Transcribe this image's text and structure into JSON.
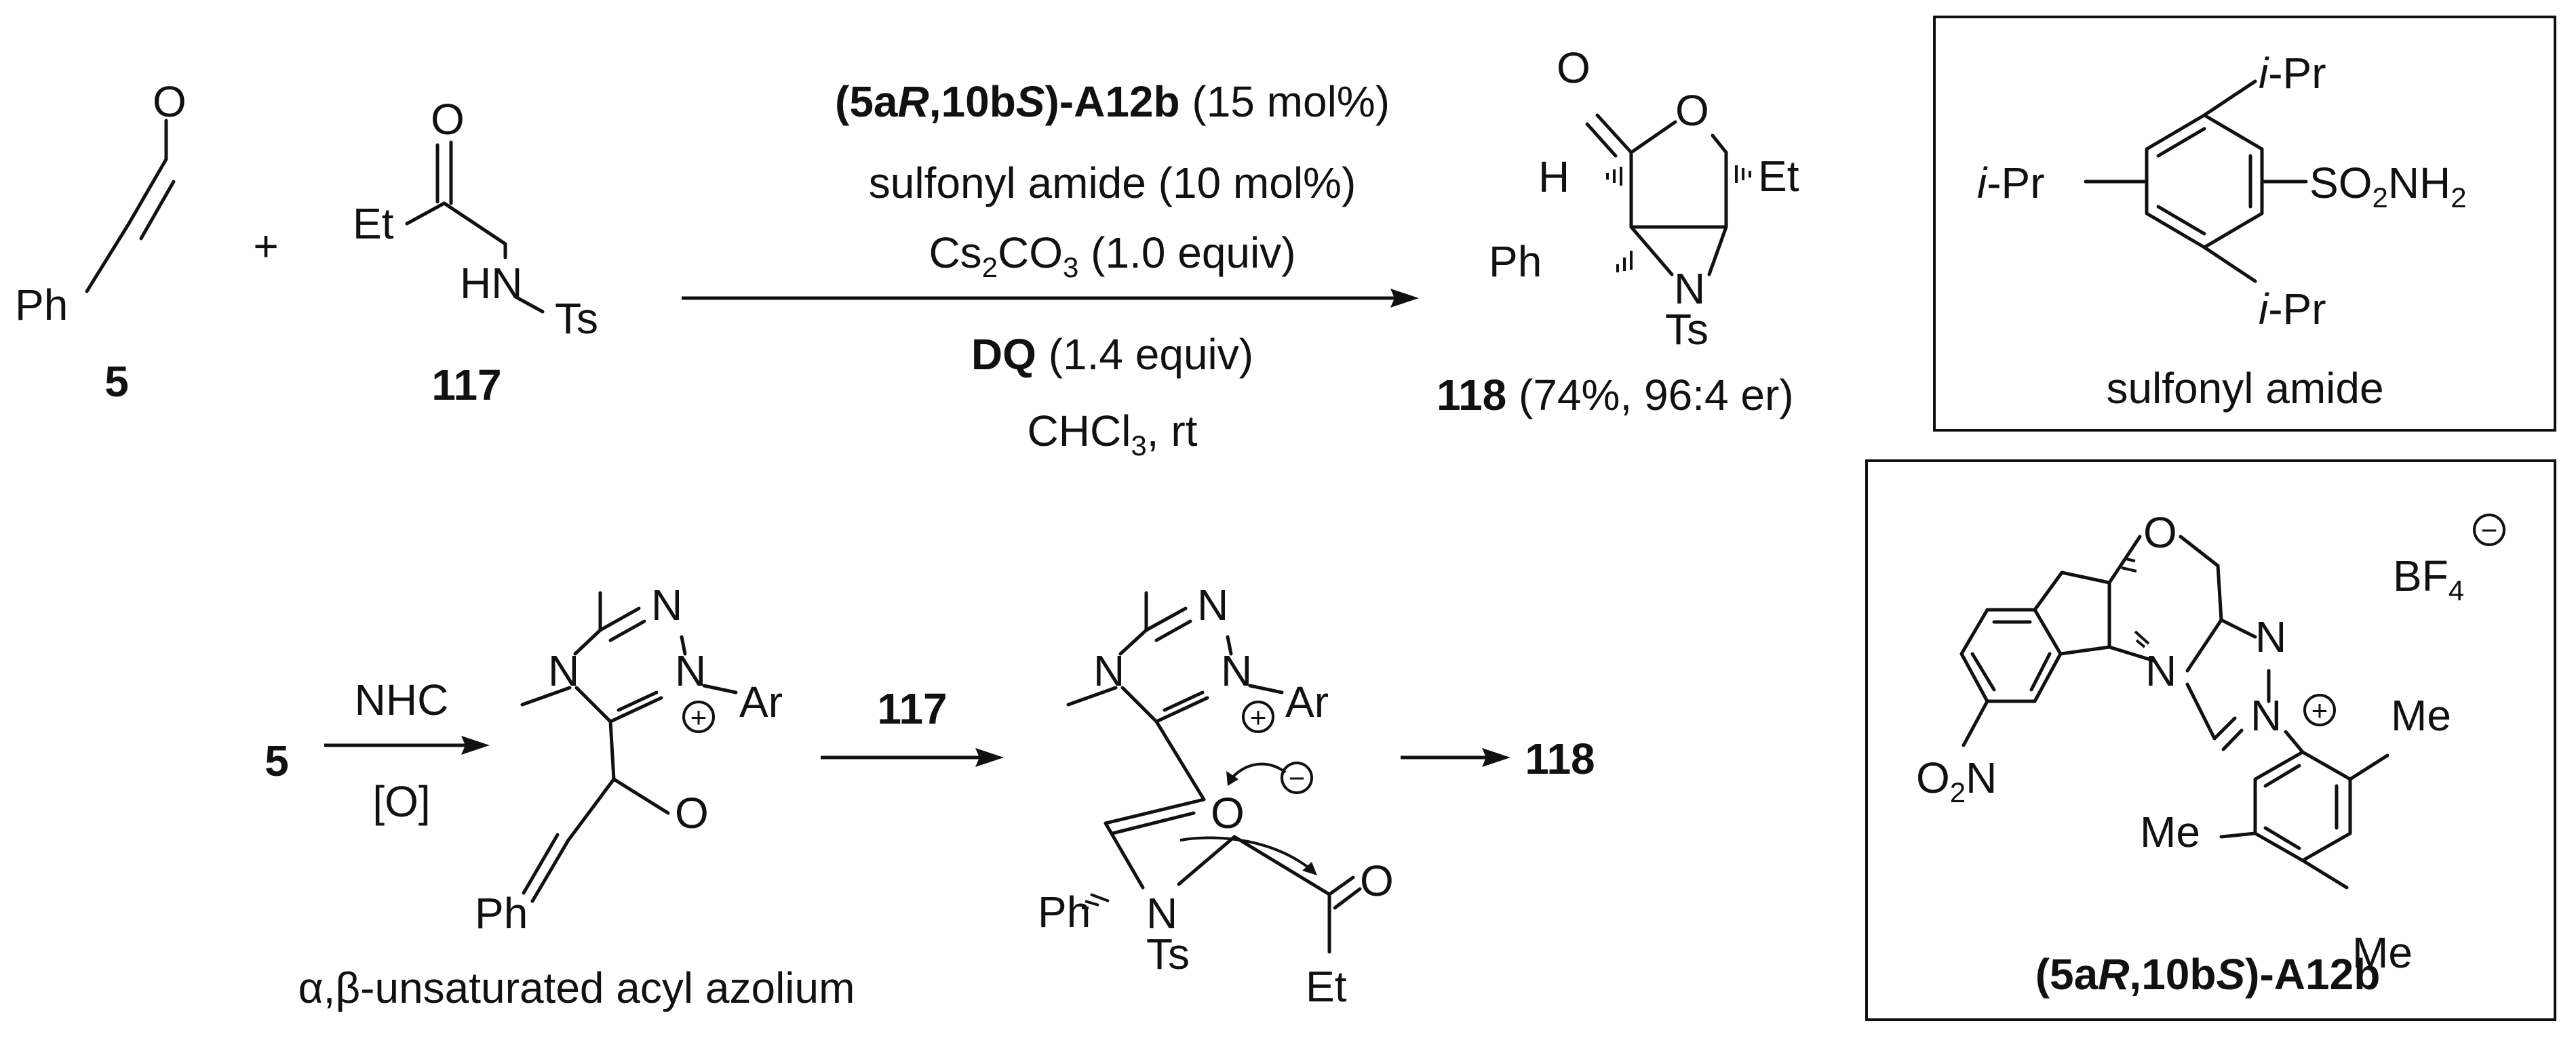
{
  "colors": {
    "ink": "#111111",
    "background": "#ffffff"
  },
  "compounds": {
    "c5": "5",
    "c117": "117",
    "c118_label": "118",
    "c118_yield": " (74%, 96:4 er)"
  },
  "plus": "+",
  "atoms": {
    "O": "O",
    "Et": "Et",
    "Ph": "Ph",
    "HN": "HN",
    "Ts": "Ts",
    "H": "H",
    "N": "N",
    "Me": "Me",
    "iPr_i": "i",
    "iPr_rest": "-Pr",
    "SO2NH2_a": "SO",
    "SO2NH2_sub": "2",
    "SO2NH2_b": "NH",
    "SO2NH2_sub2": "2",
    "BF": "BF",
    "BF_sub": "4",
    "O2N_a": "O",
    "O2N_sub": "2",
    "O2N_b": "N",
    "Ar": "Ar",
    "plus_charge": "+",
    "minus_charge": "−"
  },
  "conditions": {
    "catalyst_a": "(5a",
    "catalyst_R": "R",
    "catalyst_b": ",10b",
    "catalyst_S": "S",
    "catalyst_c": ")-A12b",
    "catalyst_loading": " (15 mol%)",
    "additive": "sulfonyl amide (10 mol%)",
    "base_a": "Cs",
    "base_sub1": "2",
    "base_b": "CO",
    "base_sub2": "3",
    "base_c": " (1.0 equiv)",
    "oxidant_bold": "DQ",
    "oxidant_rest": " (1.4 equiv)",
    "solvent_a": "CHCl",
    "solvent_sub": "3",
    "solvent_b": ", rt"
  },
  "boxes": {
    "sulfonyl_amide_caption": "sulfonyl amide",
    "catalyst_caption_a": "(5a",
    "catalyst_caption_R": "R",
    "catalyst_caption_b": ",10b",
    "catalyst_caption_S": "S",
    "catalyst_caption_c": ")-A12b"
  },
  "mechanism": {
    "start": "5",
    "step1_top": "NHC",
    "step1_bottom": "[O]",
    "step2": "117",
    "end": "118",
    "intermediate_caption": "α,β-unsaturated acyl azolium"
  }
}
